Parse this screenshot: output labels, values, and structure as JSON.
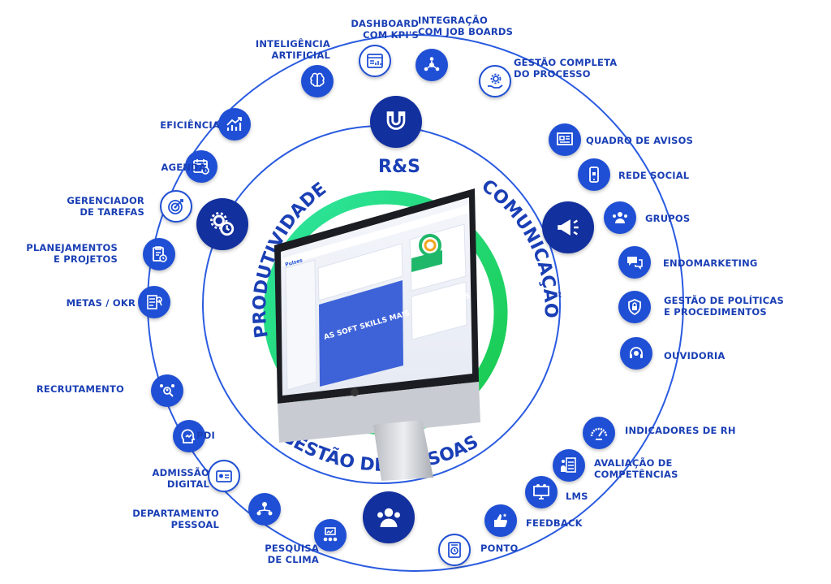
{
  "center": {
    "top": "R&S",
    "left": "PRODUTIVIDADE",
    "right": "COMUNICAÇÃO",
    "bottom": "GESTÃO DE PESSOAS"
  },
  "screen": {
    "logo": "Pulses",
    "banner_text": "AS SOFT SKILLS MAIS REQUISITADAS"
  },
  "features": [
    {
      "id": "ia",
      "lines": [
        "INTELIGÊNCIA",
        "ARTIFICIAL"
      ],
      "icon": "brain-icon"
    },
    {
      "id": "dashboard",
      "lines": [
        "DASHBOARD",
        "COM KPI'S"
      ],
      "icon": "dashboard-icon"
    },
    {
      "id": "integracao",
      "lines": [
        "INTEGRAÇÃO",
        "COM JOB BOARDS"
      ],
      "icon": "network-icon"
    },
    {
      "id": "gestao-processo",
      "lines": [
        "GESTÃO COMPLETA",
        "DO PROCESSO"
      ],
      "icon": "gear-hand-icon"
    },
    {
      "id": "quadro-avisos",
      "lines": [
        "QUADRO DE AVISOS"
      ],
      "icon": "board-icon"
    },
    {
      "id": "rede-social",
      "lines": [
        "REDE SOCIAL"
      ],
      "icon": "phone-icon"
    },
    {
      "id": "grupos",
      "lines": [
        "GRUPOS"
      ],
      "icon": "group-icon"
    },
    {
      "id": "endomarketing",
      "lines": [
        "ENDOMARKETING"
      ],
      "icon": "chat-icon"
    },
    {
      "id": "politicas",
      "lines": [
        "GESTÃO DE POLÍTICAS",
        "E PROCEDIMENTOS"
      ],
      "icon": "lock-icon"
    },
    {
      "id": "ouvidoria",
      "lines": [
        "OUVIDORIA"
      ],
      "icon": "headset-icon"
    },
    {
      "id": "indicadores",
      "lines": [
        "INDICADORES DE RH"
      ],
      "icon": "gauge-icon"
    },
    {
      "id": "avaliacao",
      "lines": [
        "AVALIAÇÃO DE",
        "COMPETÊNCIAS"
      ],
      "icon": "checklist-icon"
    },
    {
      "id": "lms",
      "lines": [
        "LMS"
      ],
      "icon": "monitor-icon"
    },
    {
      "id": "feedback",
      "lines": [
        "FEEDBACK"
      ],
      "icon": "thumb-icon"
    },
    {
      "id": "ponto",
      "lines": [
        "PONTO"
      ],
      "icon": "clock-machine-icon"
    },
    {
      "id": "pesquisa",
      "lines": [
        "PESQUISA",
        "DE CLIMA"
      ],
      "icon": "survey-icon"
    },
    {
      "id": "dp",
      "lines": [
        "DEPARTAMENTO",
        "PESSOAL"
      ],
      "icon": "org-icon"
    },
    {
      "id": "admissao",
      "lines": [
        "ADMISSÃO",
        "DIGITAL"
      ],
      "icon": "id-card-icon"
    },
    {
      "id": "pdi",
      "lines": [
        "PDI"
      ],
      "icon": "head-chart-icon"
    },
    {
      "id": "recrutamento",
      "lines": [
        "RECRUTAMENTO"
      ],
      "icon": "recruit-icon"
    },
    {
      "id": "metas",
      "lines": [
        "METAS / OKR"
      ],
      "icon": "target-list-icon"
    },
    {
      "id": "planejamentos",
      "lines": [
        "PLANEJAMENTOS",
        "E PROJETOS"
      ],
      "icon": "clipboard-icon"
    },
    {
      "id": "gerenciador",
      "lines": [
        "GERENCIADOR",
        "DE TAREFAS"
      ],
      "icon": "target-icon"
    },
    {
      "id": "agenda",
      "lines": [
        "AGENDA"
      ],
      "icon": "calendar-icon"
    },
    {
      "id": "eficiencia",
      "lines": [
        "EFICIÊNCIA"
      ],
      "icon": "growth-icon"
    }
  ],
  "colors": {
    "primary": "#1f4fd4",
    "dark": "#12309e",
    "label": "#1a3fb5",
    "ring": "#2a5be0",
    "green": "#22d36a"
  }
}
